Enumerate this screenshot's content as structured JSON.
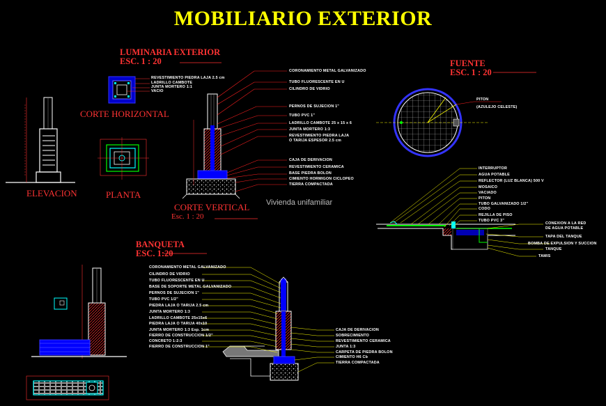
{
  "title": "MOBILIARIO EXTERIOR",
  "luminaria": {
    "heading": "LUMINARIA EXTERIOR",
    "scale": "ESC. 1 : 20",
    "corte_horizontal": "CORTE HORIZONTAL",
    "elevacion": "ELEVACION",
    "planta": "PLANTA",
    "corte_vertical": "CORTE VERTICAL",
    "corte_vertical_scale": "Esc. 1 : 20",
    "top_labels": [
      "REVESTIMIENTO PIEDRA LAJA 2.5 cm",
      "LADRILLO CAMBOTE",
      "JUNTA MORTERO 1:1",
      "VACIO"
    ],
    "labels": [
      "CORONAMIENTO METAL GALVANIZADO",
      "TUBO FLUORESCENTE EN U",
      "CILINDRO DE VIDRIO",
      "PERNOS DE SUJECION 1\"",
      "TUBO PVC 1\"",
      "LADRILLO CAMBOTE 25 x 15 x 6",
      "JUNTA MORTERO 1:3",
      "REVESTIMIENTO PIEDRA LAJA",
      "O TARIJA ESPESOR 2.5 cm",
      "CAJA DE DERIVACION",
      "REVESTIMIENTO CERAMICA",
      "BASE PIEDRA BOLON",
      "CIMIENTO HORMIGON CICLOPEO",
      "TIERRA COMPACTADA"
    ]
  },
  "vivienda": "Vivienda unifamiliar",
  "fuente": {
    "heading": "FUENTE",
    "scale": "ESC. 1 : 20",
    "piton_labels": [
      "PITON",
      "(AZULEJO CELESTE)"
    ],
    "labels": [
      "INTERRUPTOR",
      "AGUA POTABLE",
      "REFLECTOR (LUZ BLANCA) 500 V",
      "MOSAICO",
      "VACIADO",
      "PITON",
      "TUBO GALVANIZADO 1/2\"",
      "CODO",
      "REJILLA DE PISO",
      "TUBO PVC 3\""
    ],
    "right_labels": [
      "CONEXION A LA RED",
      "DE AGUA POTABLE",
      "TAPA DEL TANQUE",
      "BOMBA DE EXPULSION Y SUCCION",
      "TANQUE",
      "TAMIS"
    ]
  },
  "banqueta": {
    "heading": "BANQUETA",
    "scale": "ESC. 1:20",
    "left_labels": [
      "CORONAMIENTO METAL GALVANIZADO",
      "CILINDRO DE VIDRIO",
      "TUBO FLUORESCENTE EN U",
      "BASE DE SOPORTE METAL GALVANIZADO",
      "PERNOS DE SUJECION 1\"",
      "TUBO PVC 1/2\"",
      "PIEDRA LAJA O TARIJA 2.5 cm",
      "JUNTA MORTERO 1:3",
      "LADRILLO CAMBOTE 25x15x6",
      "PIEDRA LAJA O TARIJA 40x10",
      "JUNTA MORTERO 1:3 Esp. 1cm",
      "FIERRO DE CONSTRUCCION 1/2\"",
      "CONCRETO 1:2:3",
      "FIERRO DE CONSTRUCCION 1\""
    ],
    "right_labels": [
      "CAJA DE DERIVACION",
      "SOBRECIMIENTO",
      "REVESTIMIENTO CERAMICA",
      "JUNTA 1:3",
      "CARPETA DE PIEDRA BOLON",
      "CIMIENTO H6 Cb",
      "TIERRA COMPACTADA"
    ]
  },
  "colors": {
    "title": "#ffff00",
    "heading": "#ff3333",
    "leader": "#ff0000",
    "text": "#ffffff",
    "blue": "#0000ff",
    "cyan": "#00ffff",
    "green": "#00ff00",
    "background": "#000000"
  }
}
